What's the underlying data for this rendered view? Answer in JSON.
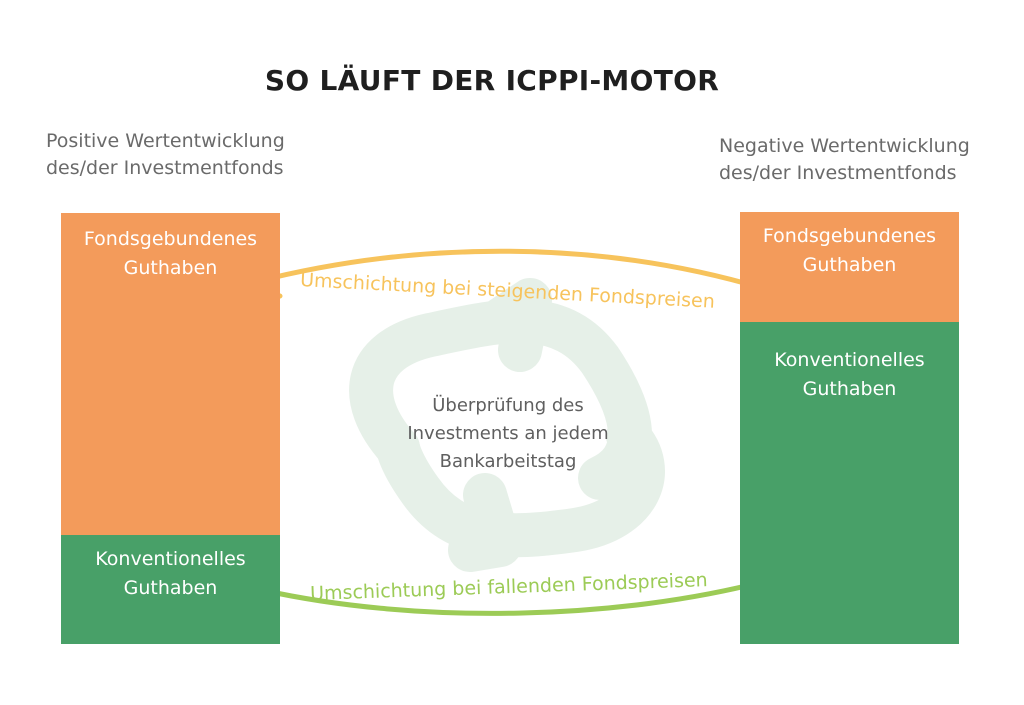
{
  "title": "SO LÄUFT DER ICPPI-MOTOR",
  "left_caption": [
    "Positive Wertentwicklung",
    "des/der Investmentfonds"
  ],
  "right_caption": [
    "Negative Wertentwicklung",
    "des/der Investmentfonds"
  ],
  "left_column": {
    "top_label": [
      "Fondsgebundenes",
      "Guthaben"
    ],
    "bottom_label": [
      "Konventionelles",
      "Guthaben"
    ]
  },
  "right_column": {
    "top_label": [
      "Fondsgebundenes",
      "Guthaben"
    ],
    "bottom_label": [
      "Konventionelles",
      "Guthaben"
    ]
  },
  "arrow_top_label": "Umschichtung bei steigenden Fondspreisen",
  "arrow_bottom_label": "Umschichtung bei fallenden Fondspreisen",
  "center_text": [
    "Überprüfung des",
    "Investments an jedem",
    "Bankarbeitstag"
  ],
  "colors": {
    "orange": "#f39b5b",
    "green": "#48a068",
    "arrow_top": "#f7c35c",
    "arrow_bottom": "#9ccb56",
    "cycle": "#e6f0e8"
  }
}
